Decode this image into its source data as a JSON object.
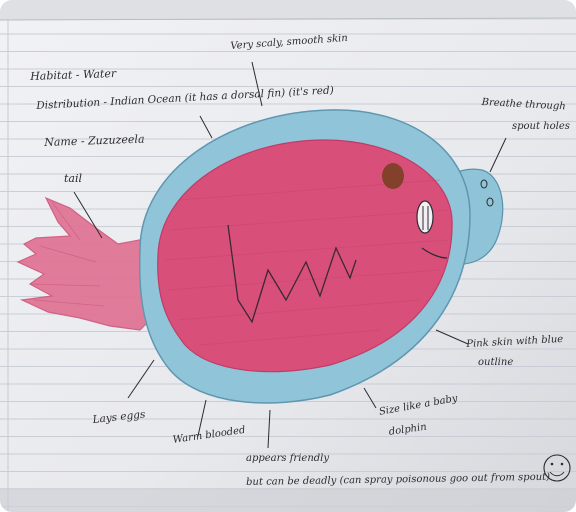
{
  "labels": {
    "habitat": "Habitat - Water",
    "distribution": "Distribution - Indian Ocean (it has a dorsal fin) (it's red)",
    "name": "Name - Zuzuzeela",
    "tail": "tail",
    "skin": "Very scaly, smooth skin",
    "breathe": "Breathe through",
    "breathe2": "spout holes",
    "pink_skin": "Pink skin with blue",
    "pink_skin2": "outline",
    "legs": "Lays eggs",
    "warm": "Warm blooded",
    "size": "Size like a baby",
    "size2": "dolphin",
    "friendly": "appears friendly",
    "friendly2": "but can be deadly (can spray poisonous goo out from spout)"
  },
  "colors": {
    "paper": "#e9eaee",
    "body_outline": "#8ec3d7",
    "body_fill": "#d9547c",
    "ink": "#2c2c30",
    "eye_brown": "#7a3f22"
  },
  "icons": [
    "smiley-face-icon"
  ]
}
